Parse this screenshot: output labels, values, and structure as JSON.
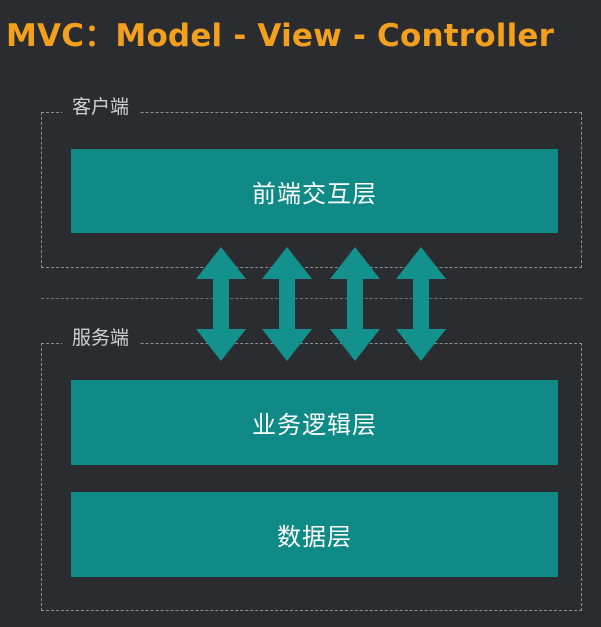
{
  "title": "MVC：Model - View - Controller",
  "client_group": {
    "label": "客户端",
    "layers": [
      "前端交互层"
    ]
  },
  "server_group": {
    "label": "服务端",
    "layers": [
      "业务逻辑层",
      "数据层"
    ]
  },
  "connector": {
    "type": "double-headed-arrows",
    "count": 4
  },
  "colors": {
    "background": "#2b2c2f",
    "title": "#f2a01d",
    "layer_fill": "#0f8a87",
    "layer_text": "#ffffff",
    "arrow": "#13918d",
    "dashed_border": "#8d8f93",
    "group_label": "#cfd0d2"
  }
}
